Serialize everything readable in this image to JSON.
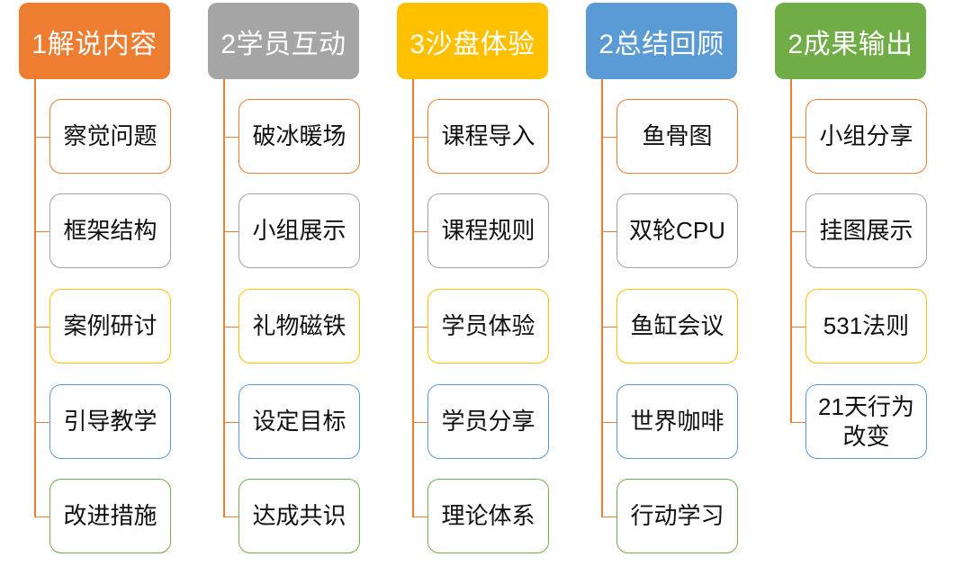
{
  "diagram": {
    "connector_color": "#ED7D31",
    "palette": {
      "orange": "#ED7D31",
      "gray": "#A5A5A5",
      "gold": "#FFC000",
      "blue": "#5B9BD5",
      "green": "#70AD47"
    },
    "columns": [
      {
        "title": "1解说内容",
        "fill": "#ED7D31",
        "title_color": "#FFFFFF",
        "children": [
          {
            "label": "察觉问题",
            "border": "#ED7D31"
          },
          {
            "label": "框架结构",
            "border": "#A5A5A5"
          },
          {
            "label": "案例研讨",
            "border": "#FFC000"
          },
          {
            "label": "引导教学",
            "border": "#5B9BD5"
          },
          {
            "label": "改进措施",
            "border": "#70AD47"
          }
        ]
      },
      {
        "title": "2学员互动",
        "fill": "#A5A5A5",
        "title_color": "#FFFFFF",
        "children": [
          {
            "label": "破冰暖场",
            "border": "#ED7D31"
          },
          {
            "label": "小组展示",
            "border": "#A5A5A5"
          },
          {
            "label": "礼物磁铁",
            "border": "#FFC000"
          },
          {
            "label": "设定目标",
            "border": "#5B9BD5"
          },
          {
            "label": "达成共识",
            "border": "#70AD47"
          }
        ]
      },
      {
        "title": "3沙盘体验",
        "fill": "#FFC000",
        "title_color": "#FFFFFF",
        "children": [
          {
            "label": "课程导入",
            "border": "#ED7D31"
          },
          {
            "label": "课程规则",
            "border": "#A5A5A5"
          },
          {
            "label": "学员体验",
            "border": "#FFC000"
          },
          {
            "label": "学员分享",
            "border": "#5B9BD5"
          },
          {
            "label": "理论体系",
            "border": "#70AD47"
          }
        ]
      },
      {
        "title": "2总结回顾",
        "fill": "#5B9BD5",
        "title_color": "#FFFFFF",
        "children": [
          {
            "label": "鱼骨图",
            "border": "#ED7D31"
          },
          {
            "label": "双轮CPU",
            "border": "#A5A5A5"
          },
          {
            "label": "鱼缸会议",
            "border": "#FFC000"
          },
          {
            "label": "世界咖啡",
            "border": "#5B9BD5"
          },
          {
            "label": "行动学习",
            "border": "#70AD47"
          }
        ]
      },
      {
        "title": "2成果输出",
        "fill": "#70AD47",
        "title_color": "#FFFFFF",
        "children": [
          {
            "label": "小组分享",
            "border": "#ED7D31"
          },
          {
            "label": "挂图展示",
            "border": "#A5A5A5"
          },
          {
            "label": "531法则",
            "border": "#FFC000"
          },
          {
            "label": "21天行为改变",
            "border": "#5B9BD5"
          }
        ]
      }
    ]
  }
}
